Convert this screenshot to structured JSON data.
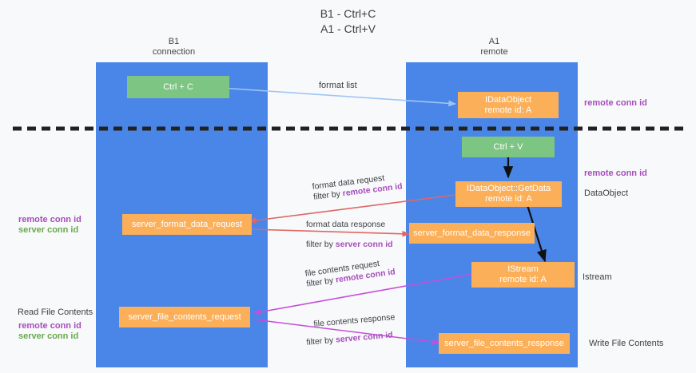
{
  "title": "B1 - Ctrl+C\nA1 - Ctrl+V",
  "lanes": [
    {
      "name": "lane-b1",
      "header": "B1\nconnection"
    },
    {
      "name": "lane-a1",
      "header": "A1\nremote"
    }
  ],
  "boxes": {
    "ctrl_c": "Ctrl + C",
    "ctrl_v": "Ctrl + V",
    "idataobject": "IDataObject\nremote id: A",
    "idataobject_getdata": "IDataObject::GetData\nremote id: A",
    "istream": "IStream\nremote id: A",
    "server_format_data_request": "server_format_data_request",
    "server_format_data_response": "server_format_data_response",
    "server_file_contents_request": "server_file_contents_request",
    "server_file_contents_response": "server_file_contents_response"
  },
  "arrow_labels": {
    "format_list": "format list",
    "format_data_request": "format data request",
    "format_data_request_filter_prefix": "filter by ",
    "format_data_request_filter_value": "remote conn id",
    "format_data_response": "format data response",
    "format_data_response_filter_prefix": "filter by ",
    "format_data_response_filter_value": "server conn id",
    "file_contents_request": "file contents request",
    "file_contents_request_filter_prefix": "filter by ",
    "file_contents_request_filter_value": "remote conn id",
    "file_contents_response": "file contents response",
    "file_contents_response_filter_prefix": "filter by ",
    "file_contents_response_filter_value": "server conn id"
  },
  "side_labels": {
    "right_remote_conn_id_top": "remote conn id",
    "right_remote_conn_id_mid": "remote conn id",
    "right_dataobject": "DataObject",
    "right_istream": "Istream",
    "right_write_file_contents": "Write File Contents",
    "left_remote_conn_id": "remote conn id",
    "left_server_conn_id": "server conn id",
    "left_read_file_contents": "Read File Contents",
    "left_remote_conn_id_2": "remote conn id",
    "left_server_conn_id_2": "server conn id"
  },
  "colors": {
    "lane": "#4a86e8",
    "green_box": "#7dc582",
    "orange_box": "#fbaf58",
    "purple_text": "#a64dbd",
    "green_text": "#6aa84f",
    "blue_arrow": "#9fc5f8",
    "red_arrow": "#e06666",
    "magenta_arrow": "#c74ddb",
    "black_arrow": "#000000",
    "divider": "#222222",
    "background": "#f8f9fa"
  }
}
